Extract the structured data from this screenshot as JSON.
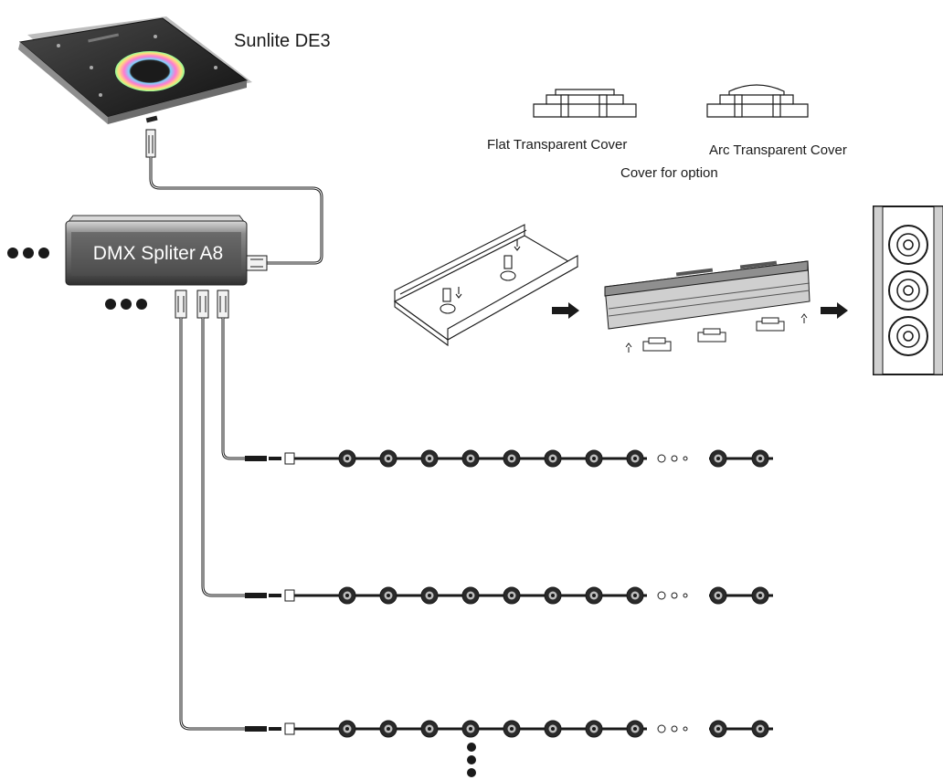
{
  "controller": {
    "name": "Sunlite DE3"
  },
  "splitter": {
    "name": "DMX Spliter A8"
  },
  "covers": {
    "flat_label": "Flat Transparent Cover",
    "arc_label": "Arc Transparent Cover",
    "caption": "Cover for option"
  },
  "pixel_chains": [
    {
      "visible_pixels": 10,
      "gap_marker": "ooo"
    },
    {
      "visible_pixels": 10,
      "gap_marker": "ooo"
    },
    {
      "visible_pixels": 10,
      "gap_marker": "ooo"
    }
  ],
  "colors": {
    "line": "#1a1a1a",
    "splitter_body": "#5b5b5b",
    "controller_body": "#2e2e2e"
  }
}
